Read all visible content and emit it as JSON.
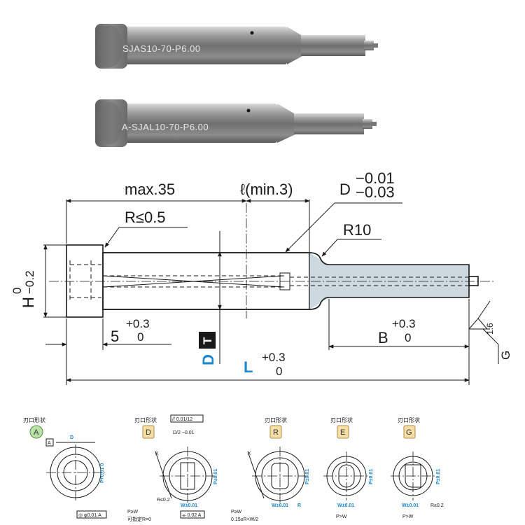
{
  "photo": {
    "punch1_marking": "SJAS10-70-P6.00",
    "punch2_marking": "A-SJAL10-70-P6.00"
  },
  "drawing": {
    "max_head_length": "max.35",
    "land_length": "ℓ(min.3)",
    "diameter_label": "D",
    "diameter_tol_upper": "−0.01",
    "diameter_tol_lower": "−0.03",
    "radius_head": "R≤0.5",
    "radius_neck": "R10",
    "head_height_label": "H",
    "head_tol_upper": "0",
    "head_tol_lower": "−0.2",
    "head_thickness": "5",
    "head_thickness_tol_upper": "+0.3",
    "head_thickness_tol_lower": "0",
    "b_label": "B",
    "b_tol_upper": "+0.3",
    "b_tol_lower": "0",
    "dt_label": "D",
    "dt_badge": "T",
    "l_label": "L",
    "l_tol_upper": "+0.3",
    "l_tol_lower": "0",
    "surface_roughness": "1.6",
    "surface_grade": "G"
  },
  "shapes": [
    {
      "caption": "刃口形状",
      "badge": "A",
      "color": "#b9e2a6"
    },
    {
      "caption": "刃口形状",
      "badge": "D",
      "color": "#f6dfa6"
    },
    {
      "caption": "刃口形状",
      "badge": "R",
      "color": "#f6dfa6"
    },
    {
      "caption": "刃口形状",
      "badge": "E",
      "color": "#f6dfa6"
    },
    {
      "caption": "刃口形状",
      "badge": "G",
      "color": "#f6dfa6"
    }
  ],
  "shape_notes": {
    "a_datum": "A",
    "a_d_label": "D",
    "a_p_tol": "P+0.01 0",
    "a_runout": "◎ φ0.01 A",
    "d_parallel": "// 0.01/12",
    "d_half": "D/2 −0.01",
    "d_k": "K",
    "d_r": "R≤0.2",
    "d_w": "W±0.01",
    "d_p": "P±0.01",
    "d_sym": "⌯ 0.02 A",
    "d_cond1": "P≥W",
    "d_cond2": "可指定R=0",
    "r_k": "K",
    "r_w": "W±0.01",
    "r_r": "R",
    "r_p": "P±0.01",
    "r_cond1": "P≥W",
    "r_cond2": "0.15≤R<W/2",
    "e_w": "W±0.01",
    "e_p": "P±0.01",
    "e_cond": "P>W",
    "g_w": "W±0.01",
    "g_p": "P±0.01",
    "g_r": "R≤0.2",
    "g_cond": "P>W"
  },
  "colors": {
    "accent_blue": "#1a86cf",
    "badge_green": "#b9e2a6",
    "badge_yellow": "#f6dfa6",
    "line": "#1a1a1a"
  }
}
